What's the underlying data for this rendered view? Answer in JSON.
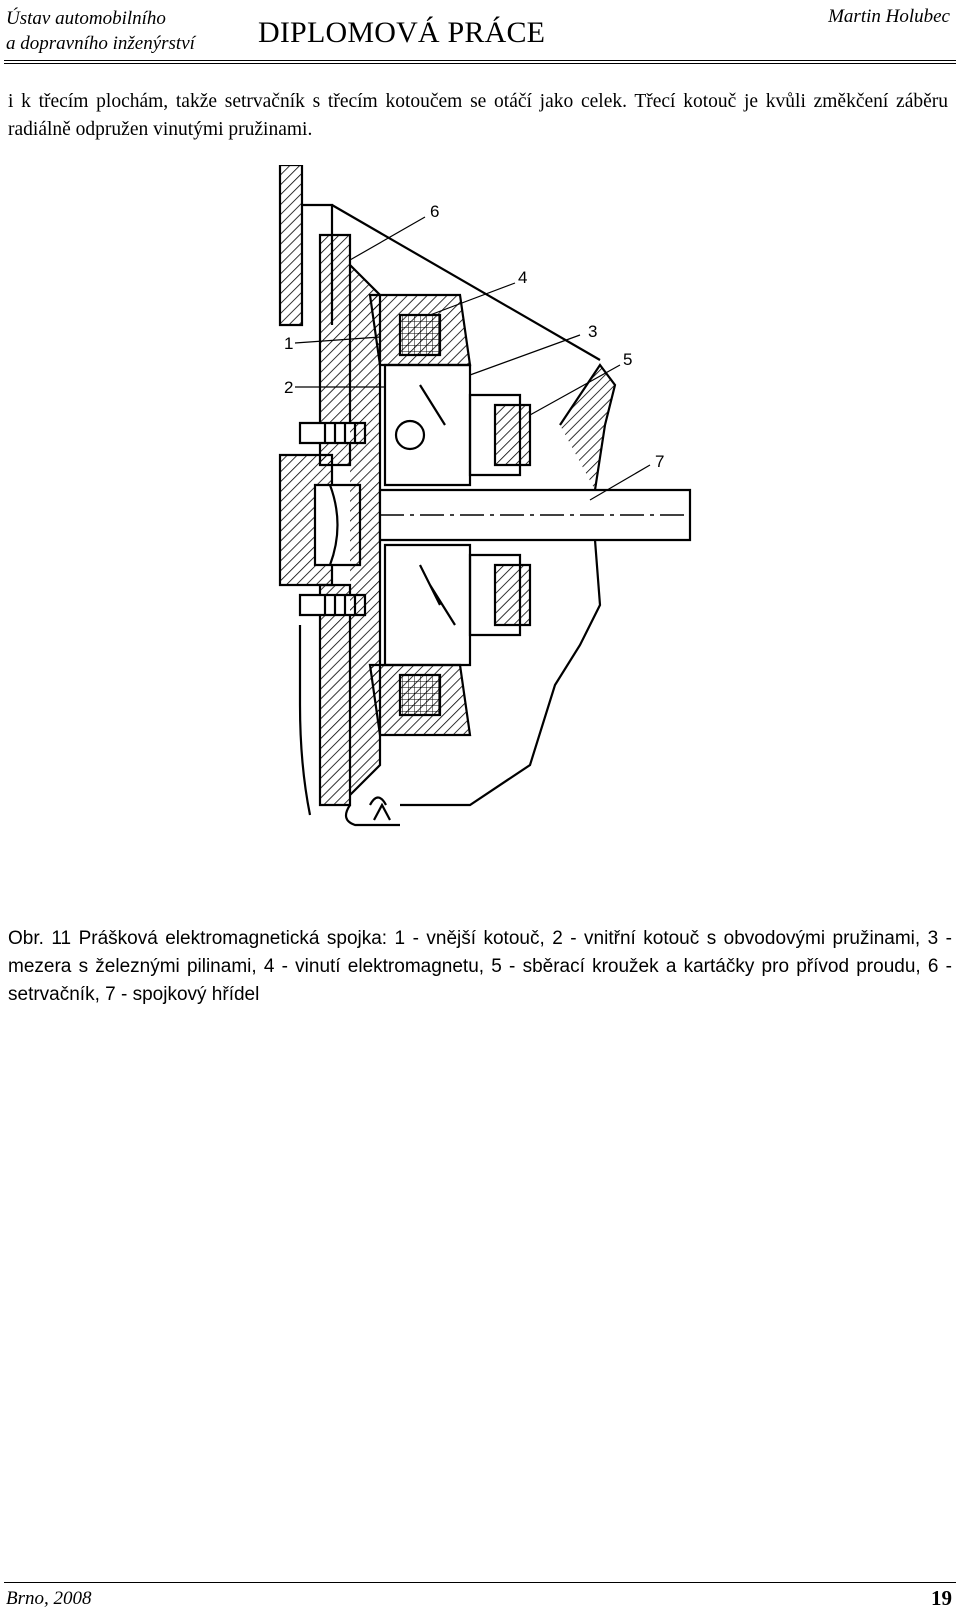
{
  "header": {
    "institute_line1": "Ústav automobilního",
    "institute_line2": "a dopravního inženýrství",
    "title": "DIPLOMOVÁ PRÁCE",
    "author": "Martin Holubec"
  },
  "body": {
    "paragraph": "i k třecím plochám, takže setrvačník s třecím kotoučem se otáčí jako celek. Třecí kotouč je kvůli změkčení záběru radiálně odpružen vinutými pružinami."
  },
  "figure": {
    "labels": [
      "1",
      "2",
      "3",
      "4",
      "5",
      "6",
      "7"
    ],
    "caption": "Obr. 11 Prášková elektromagnetická spojka: 1 - vnější kotouč, 2 - vnitřní kotouč s obvodovými pružinami, 3 - mezera s železnými pilinami, 4 - vinutí elektromagnetu, 5 - sběrací kroužek a kartáčky pro přívod proudu, 6 - setrvačník, 7 - spojkový hřídel"
  },
  "footer": {
    "place_year": "Brno, 2008",
    "page_number": "19"
  }
}
